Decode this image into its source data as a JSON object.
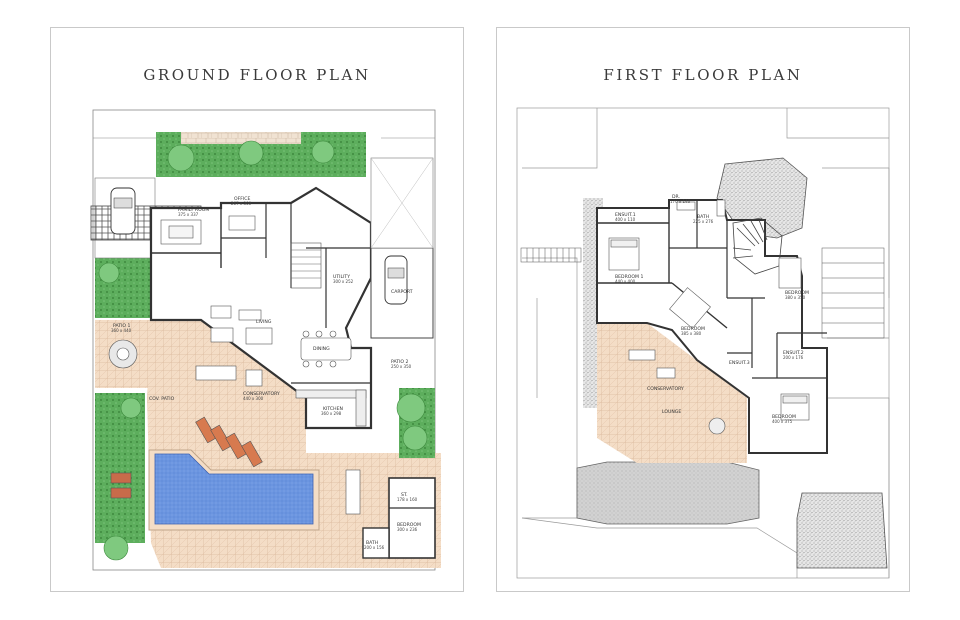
{
  "ground_floor": {
    "title": "GROUND FLOOR PLAN",
    "rooms": [
      {
        "id": "family-room",
        "label": "FAMILY ROOM",
        "dims": "375 x 337"
      },
      {
        "id": "office",
        "label": "OFFICE",
        "dims": "267 x 300"
      },
      {
        "id": "utility",
        "label": "UTILITY",
        "dims": "300 x 252"
      },
      {
        "id": "carport",
        "label": "CARPORT",
        "dims": ""
      },
      {
        "id": "patio-1",
        "label": "PATIO 1",
        "dims": "360 x 440"
      },
      {
        "id": "living",
        "label": "LIVING",
        "dims": ""
      },
      {
        "id": "dining",
        "label": "DINING",
        "dims": ""
      },
      {
        "id": "patio-2",
        "label": "PATIO 2",
        "dims": "250 x 350"
      },
      {
        "id": "kitchen",
        "label": "KITCHEN",
        "dims": "360 x 298"
      },
      {
        "id": "covered-patio-left",
        "label": "COV. PATIO",
        "dims": ""
      },
      {
        "id": "conservatory",
        "label": "CONSERVATORY",
        "dims": "440 x 300"
      },
      {
        "id": "st",
        "label": "ST.",
        "dims": "178 x 160"
      },
      {
        "id": "bedroom",
        "label": "BEDROOM",
        "dims": "300 x 236"
      },
      {
        "id": "bath",
        "label": "BATH",
        "dims": "200 x 156"
      }
    ]
  },
  "first_floor": {
    "title": "FIRST FLOOR PLAN",
    "rooms": [
      {
        "id": "dr",
        "label": "DR.",
        "dims": "170 x 140"
      },
      {
        "id": "ensuite-1",
        "label": "ENSUIT.1",
        "dims": "400 x 110"
      },
      {
        "id": "bath",
        "label": "BATH",
        "dims": "225 x 276"
      },
      {
        "id": "bedroom-1",
        "label": "BEDROOM 1",
        "dims": "440 x 400"
      },
      {
        "id": "bedroom-right",
        "label": "BEDROOM",
        "dims": "380 x 350"
      },
      {
        "id": "bedroom-mid",
        "label": "BEDROOM",
        "dims": "385 x 380"
      },
      {
        "id": "ensuite-2",
        "label": "ENSUIT.2",
        "dims": "200 x 176"
      },
      {
        "id": "ensuite-3",
        "label": "ENSUIT.3",
        "dims": ""
      },
      {
        "id": "conservatory",
        "label": "CONSERVATORY",
        "dims": ""
      },
      {
        "id": "bedroom-lower",
        "label": "BEDROOM",
        "dims": "400 x 375"
      },
      {
        "id": "lounge",
        "label": "LOUNGE",
        "dims": ""
      }
    ]
  },
  "colors": {
    "grass": "#3e9a3e",
    "tree": "#7fc97f",
    "pool": "#5c88d9",
    "paving": "#f4ddc6",
    "wall": "#4a4a4a",
    "gravel": "#c8c8c8"
  }
}
